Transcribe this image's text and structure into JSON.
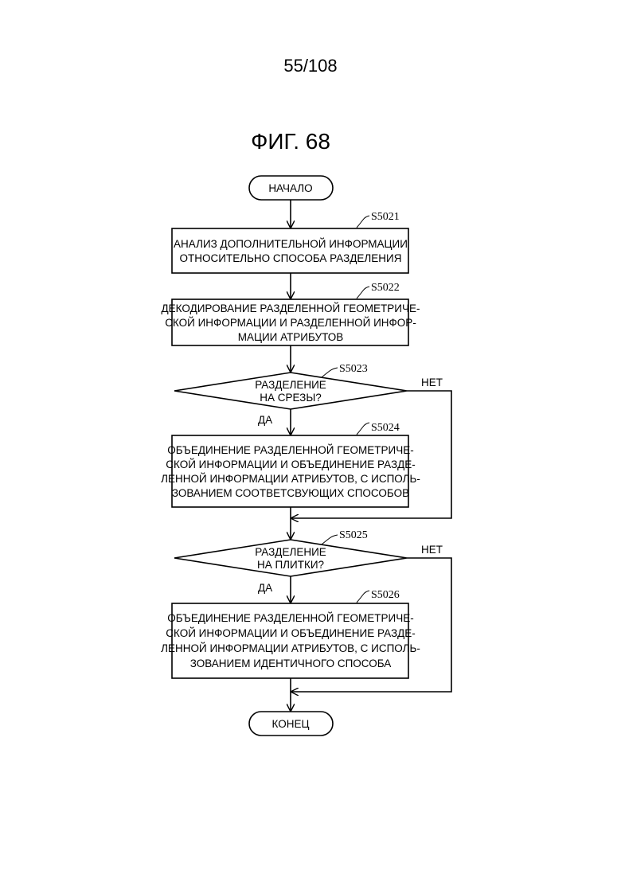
{
  "page_number": "55/108",
  "figure_title": "ФИГ. 68",
  "flowchart": {
    "start": "НАЧАЛО",
    "end": "КОНЕЦ",
    "steps": [
      {
        "ref": "S5021",
        "lines": [
          "АНАЛИЗ ДОПОЛНИТЕЛЬНОЙ ИНФОРМАЦИИ",
          "ОТНОСИТЕЛЬНО СПОСОБА РАЗДЕЛЕНИЯ"
        ]
      },
      {
        "ref": "S5022",
        "lines": [
          "ДЕКОДИРОВАНИЕ РАЗДЕЛЕННОЙ ГЕОМЕТРИЧЕ-",
          "СКОЙ ИНФОРМАЦИИ И РАЗДЕЛЕННОЙ ИНФОР-",
          "МАЦИИ АТРИБУТОВ"
        ]
      },
      {
        "ref": "S5024",
        "lines": [
          "ОБЪЕДИНЕНИЕ РАЗДЕЛЕННОЙ ГЕОМЕТРИЧЕ-",
          "СКОЙ ИНФОРМАЦИИ И ОБЪЕДИНЕНИЕ РАЗДЕ-",
          "ЛЕННОЙ ИНФОРМАЦИИ АТРИБУТОВ, С ИСПОЛЬ-",
          "ЗОВАНИЕМ СООТВЕТСВУЮЩИХ СПОСОБОВ"
        ]
      },
      {
        "ref": "S5026",
        "lines": [
          "ОБЪЕДИНЕНИЕ РАЗДЕЛЕННОЙ ГЕОМЕТРИЧЕ-",
          "СКОЙ ИНФОРМАЦИИ И ОБЪЕДИНЕНИЕ РАЗДЕ-",
          "ЛЕННОЙ ИНФОРМАЦИИ АТРИБУТОВ, С ИСПОЛЬ-",
          "ЗОВАНИЕМ ИДЕНТИЧНОГО СПОСОБА"
        ]
      }
    ],
    "decisions": [
      {
        "ref": "S5023",
        "lines": [
          "РАЗДЕЛЕНИЕ",
          "НА СРЕЗЫ?"
        ],
        "yes": "ДА",
        "no": "НЕТ"
      },
      {
        "ref": "S5025",
        "lines": [
          "РАЗДЕЛЕНИЕ",
          "НА ПЛИТКИ?"
        ],
        "yes": "ДА",
        "no": "НЕТ"
      }
    ]
  }
}
